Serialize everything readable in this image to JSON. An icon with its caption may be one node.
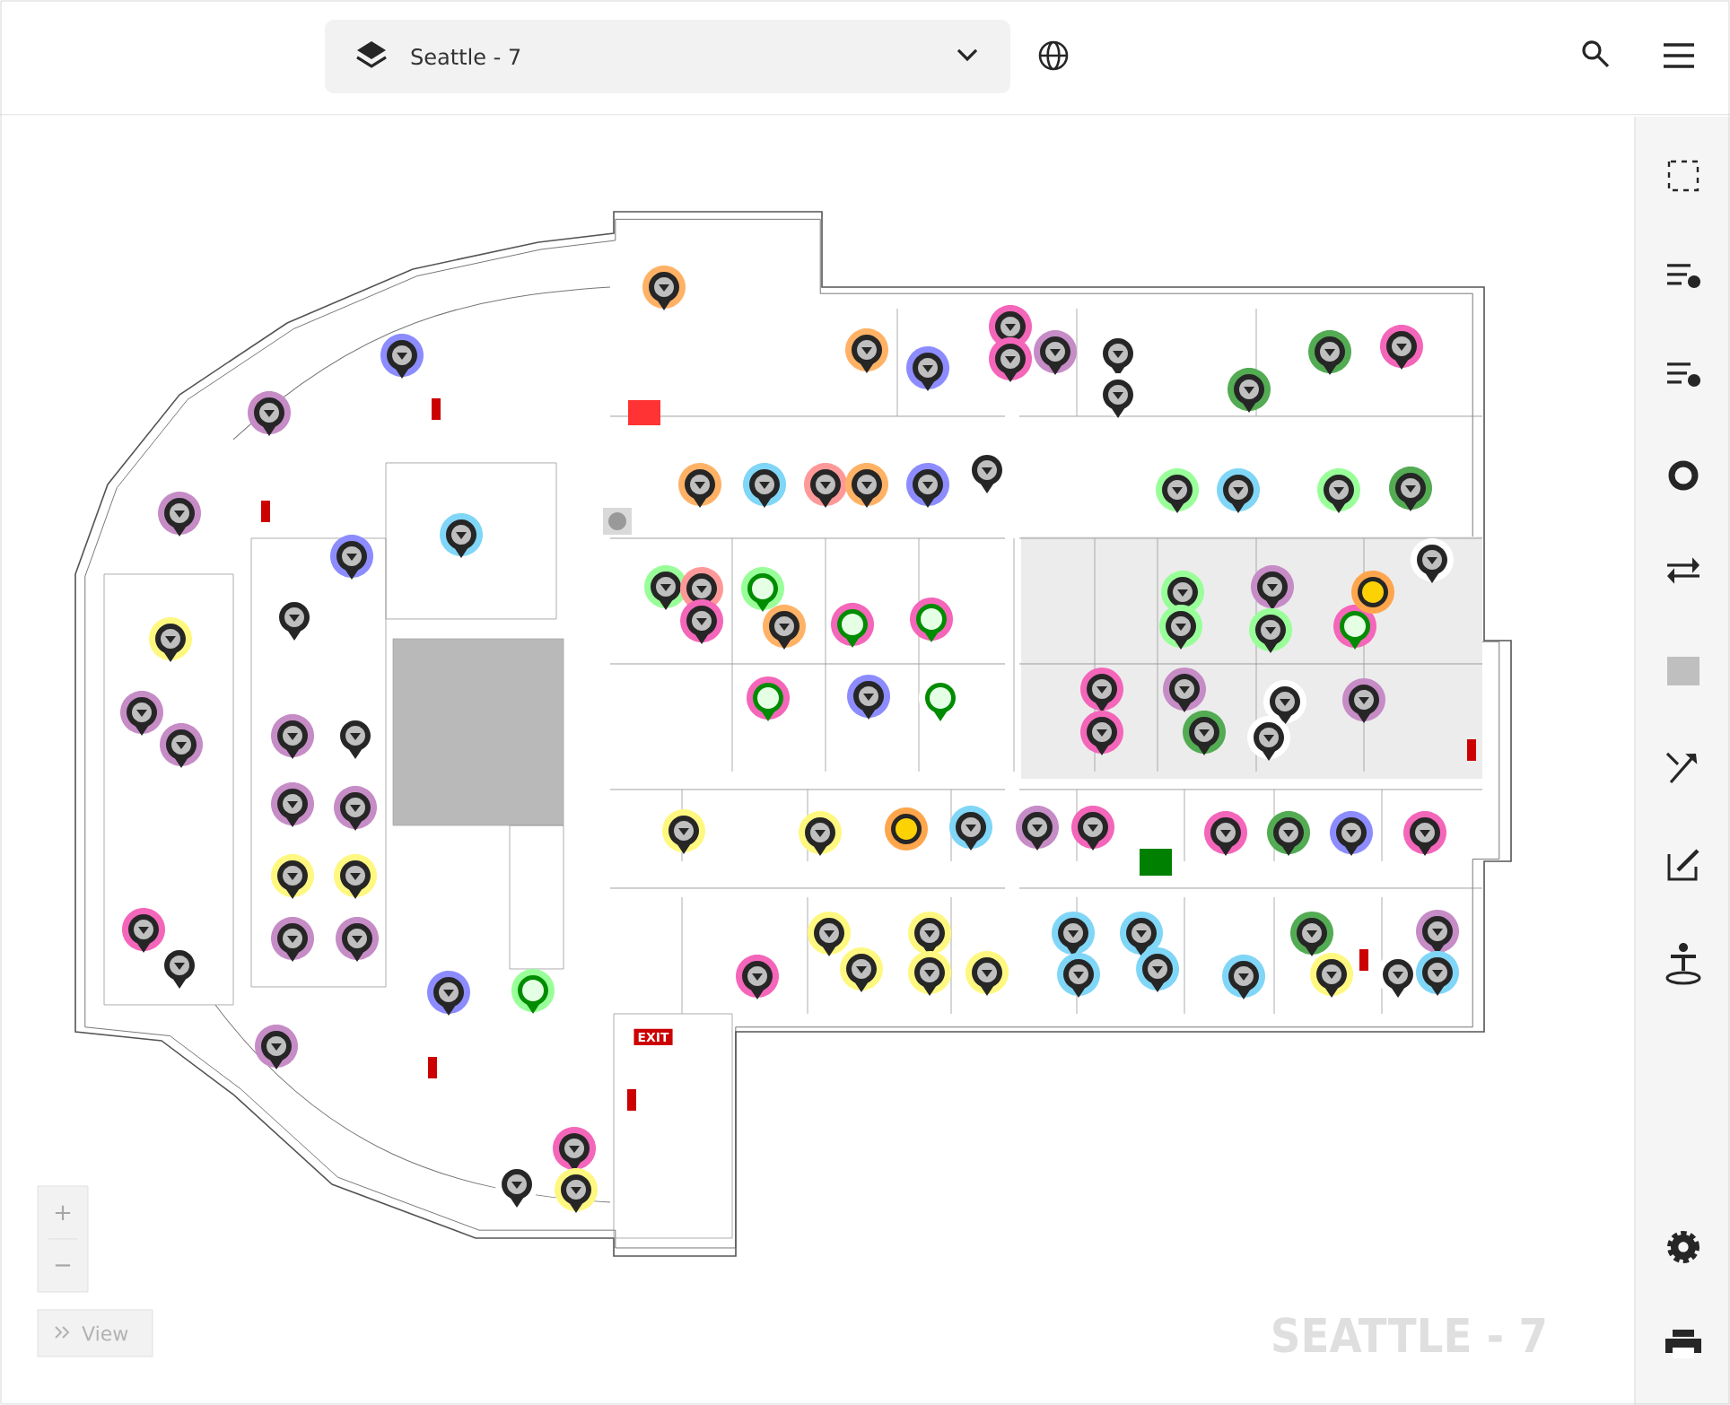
{
  "diagram": {
    "labels": [
      "Seattle - 7",
      "EXIT",
      "+",
      "−",
      "View",
      "SEATTLE - 7"
    ]
  }
}
